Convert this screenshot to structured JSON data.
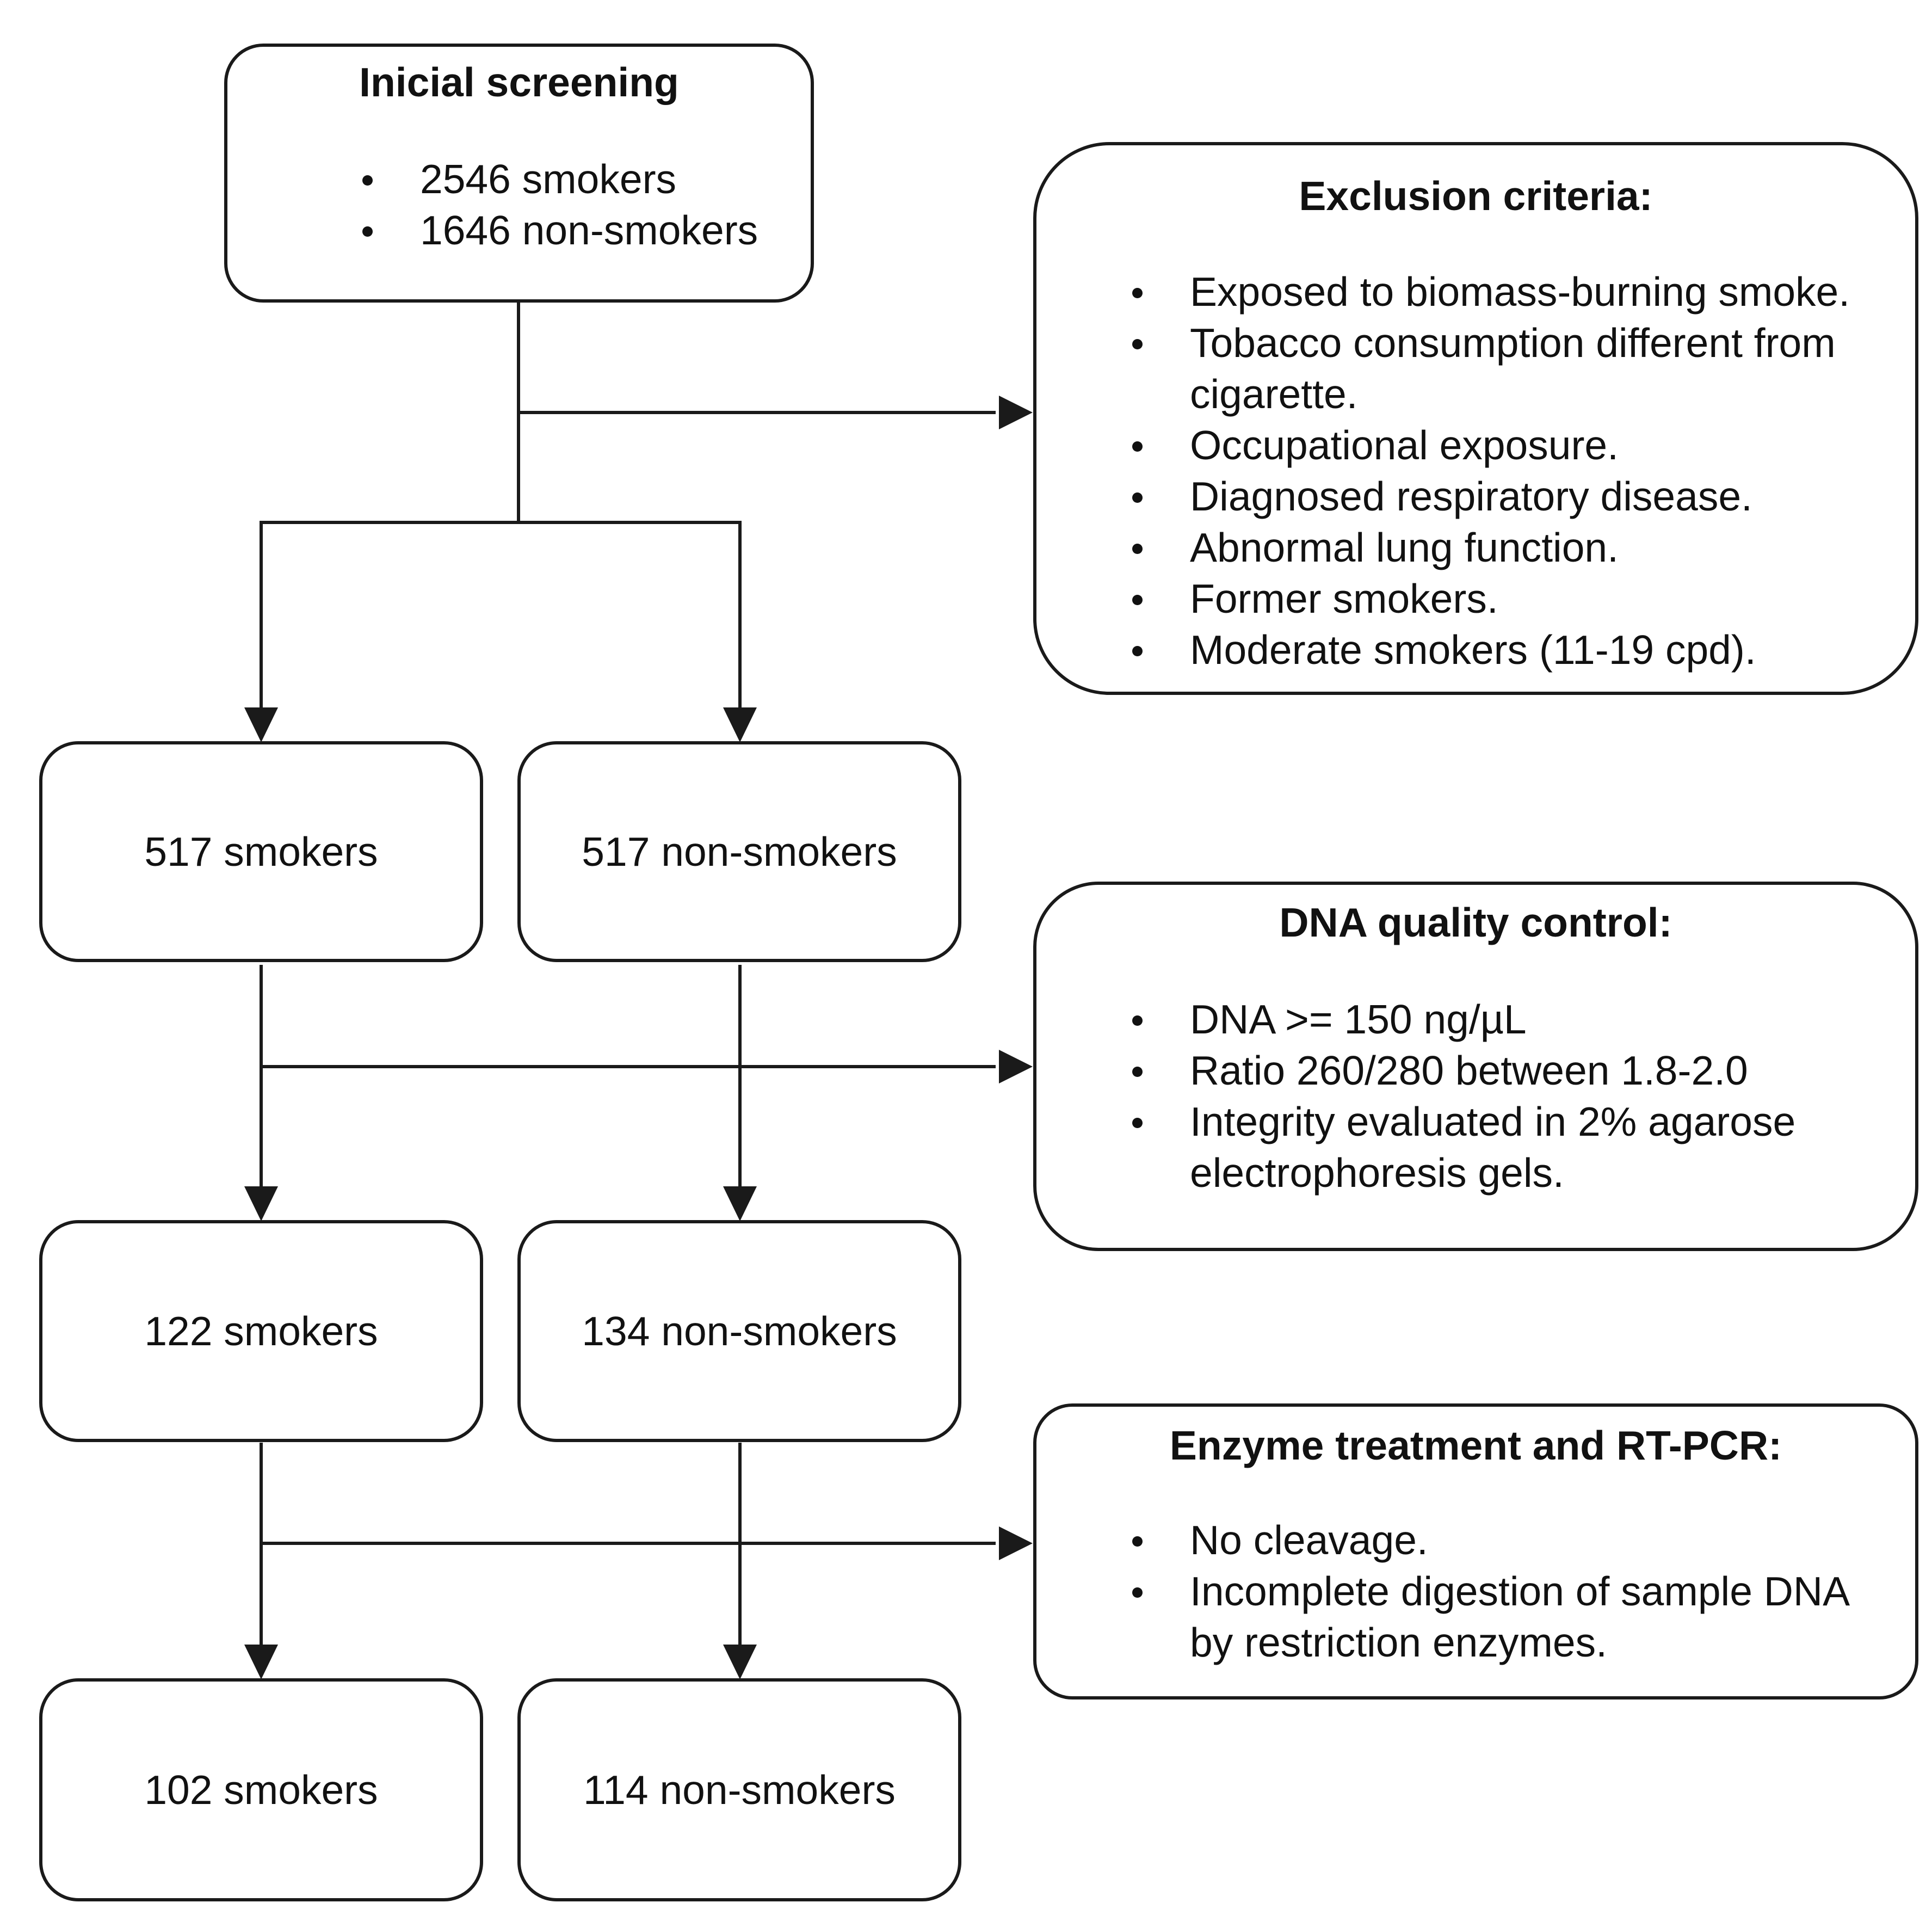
{
  "initial_screening": {
    "title": "Inicial screening",
    "items": [
      "2546 smokers",
      "1646 non-smokers"
    ]
  },
  "exclusion_criteria": {
    "title": "Exclusion criteria:",
    "items": [
      "Exposed to biomass-burning smoke.",
      "Tobacco consumption different from",
      "Occupational exposure.",
      "Diagnosed respiratory disease.",
      "Abnormal lung function.",
      "Former smokers.",
      "Moderate smokers (11-19 cpd)."
    ],
    "item_2_continuation": "cigarette."
  },
  "stage_1": {
    "smokers": "517 smokers",
    "non_smokers": "517 non-smokers"
  },
  "dna_quality_control": {
    "title": "DNA quality control:",
    "items": [
      "DNA >= 150 ng/µL",
      "Ratio 260/280 between 1.8-2.0",
      "Integrity evaluated in 2% agarose"
    ],
    "item_3_continuation": "electrophoresis gels."
  },
  "stage_2": {
    "smokers": "122 smokers",
    "non_smokers": "134 non-smokers"
  },
  "enzyme_treatment": {
    "title": "Enzyme treatment and RT-PCR:",
    "items": [
      "No cleavage.",
      "Incomplete digestion of sample DNA"
    ],
    "item_2_continuation": "by restriction enzymes."
  },
  "stage_3": {
    "smokers": "102 smokers",
    "non_smokers": "114 non-smokers"
  }
}
